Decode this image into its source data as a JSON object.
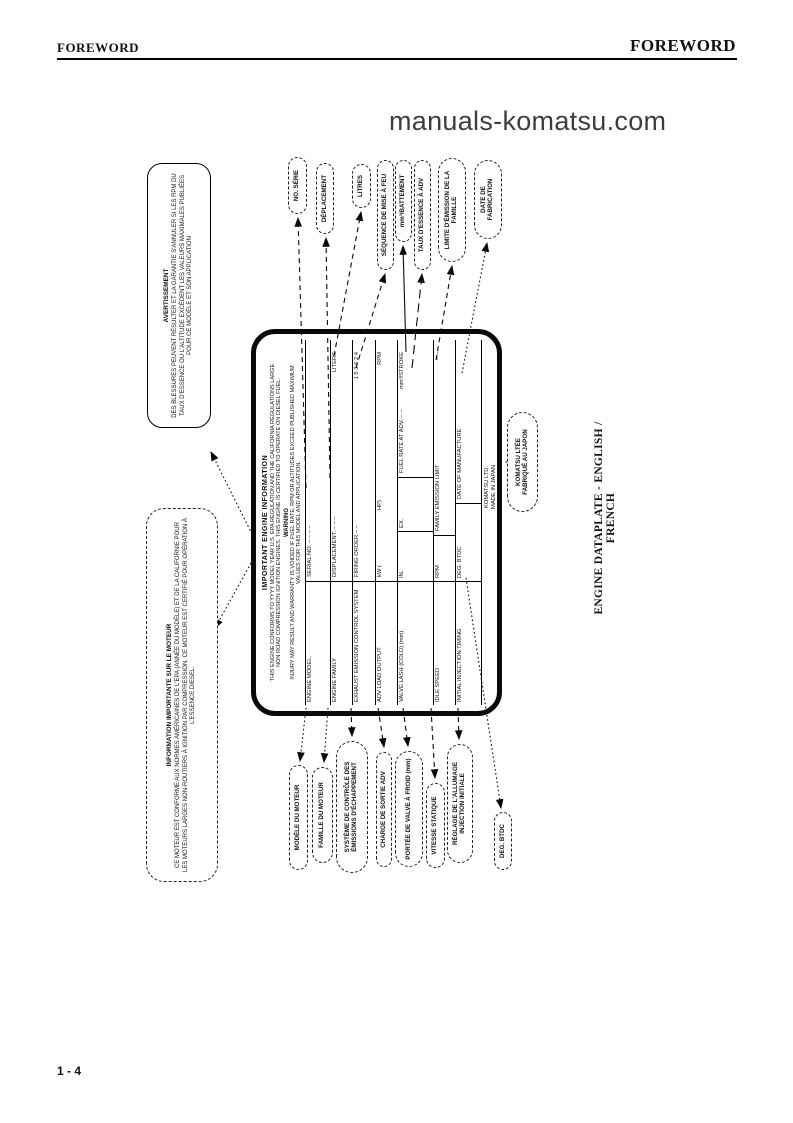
{
  "page": {
    "header_left": "FOREWORD",
    "header_right": "FOREWORD",
    "watermark": "manuals-komatsu.com",
    "page_number": "1 - 4",
    "caption": "ENGINE DATAPLATE - ENGLISH / FRENCH"
  },
  "french_warning_box": {
    "title": "AVERTISSEMENT",
    "body": "DES BLESSURES PEUVENT RÉSULTER ET LA GARANTIE S'ANNULER SI LES RPM DU TAUX D'ESSENCE OU L'ALTITUDE EXCÈDENT LES VALEURS MAXIMALES PUBLIÉES POUR CE MODÈLE ET SON APPLICATION"
  },
  "french_info_box": {
    "title": "INFORMATION IMPORTANTE SUR LE MOTEUR",
    "body": "CE MOTEUR EST CONFORME AUX NORMES AMÉRICAINES DE L'EPA (ANNÉE DU MODÈLE) ET DE LA CALIFORNIE POUR LES MOTEURS LARGES NON-ROUTIERS À IGNITION PAR COMPRESSION. CE MOTEUR EST CERTIFIÉ POUR OPÉRATION À L'ESSENCE DIESEL."
  },
  "plate": {
    "title": "IMPORTANT ENGINE INFORMATION",
    "conformity_text": "THIS ENGINE CONFORMS TO YYYY MODEL YEAR U.S. EPA REGULATION AND THE CALIFORNIA REGULATIONS LARGE NON ROAD COMPRESSION IGNITION ENGINES. THIS ENGINE IS CERTIFIED TO OPERATE ON DIESEL FUEL.",
    "warning_title": "WARNING",
    "warning_text": "INJURY MAY RESULT AND WARRANTY IS VOIDED IF FUEL RATE, RPM OR ALTITUDES EXCEED PUBLISHED MAXIMUM VALUES FOR THIS MODEL AND APPLICATION.",
    "rows": [
      {
        "label": "ENGINE MODEL.",
        "v1": "SERIAL NO. –  –  –  –",
        "v2": "",
        "v3": ""
      },
      {
        "label": "ENGINE FAMILY",
        "v1": "DISPLACEMENT. –  –  –",
        "v2": "",
        "v3": "LITERS"
      },
      {
        "label": "EXHAUST EMISSION CONTROL SYSTEM",
        "v1": "FIRING ORDER –  –",
        "v2": "",
        "v3": "1 5 3 6 2 4"
      },
      {
        "label": "ADV LOAD OUTPUT",
        "v1": "kW (",
        "v2": "HP)",
        "v3": "RPM"
      },
      {
        "label": "VALVE LASH (COLD) (mm)",
        "c1": "IN.",
        "c2": "EX.",
        "c3": "FUEL RATE AT ADV. –  –",
        "v3": "mm³/STROKE"
      },
      {
        "label": "IDLE SPEED",
        "v1": "RPM",
        "v2": "FAMILY EMISSION LIMIT",
        "v3": "–  –"
      },
      {
        "label": "INITIAL INJECTION TIMING",
        "v1": "DEG. BTDC",
        "v2": "DATE OF MANUFACTURE",
        "v3": ""
      }
    ],
    "maker_line1": "KOMATSU LTD.",
    "maker_line2": "MADE IN JAPAN"
  },
  "right_callouts": [
    "NO. SÉRIE",
    "DÉPLACEMENT",
    "LITRES",
    "SÉQUENCE DE MISE À FEU",
    "mm³/BATTEMENT",
    "TAUX D'ESSENCE À ADV",
    "LIMITE D'ÉMISSION DE LA FAMILLE",
    "DATE DE FABRICATION"
  ],
  "left_callouts": [
    "MODÈLE DU MOTEUR",
    "FAMILLE DU MOTEUR",
    "SYSTÈME DE CONTRÔLE DES ÉMISSIONS D'ÉCHAPPEMENT",
    "CHARGE DE SORTIE ADV",
    "PORTÉE DE VALVE À FROID (mm)",
    "VITESSE STATIQUE",
    "RÉGLAGE DE L'ALLUMAGE INJECTION INITIALE",
    "DEG. BTDC"
  ],
  "maker_callout": {
    "line1": "KOMATSU LTÉE",
    "line2": "FABRIQUÉ AU JAPON"
  }
}
